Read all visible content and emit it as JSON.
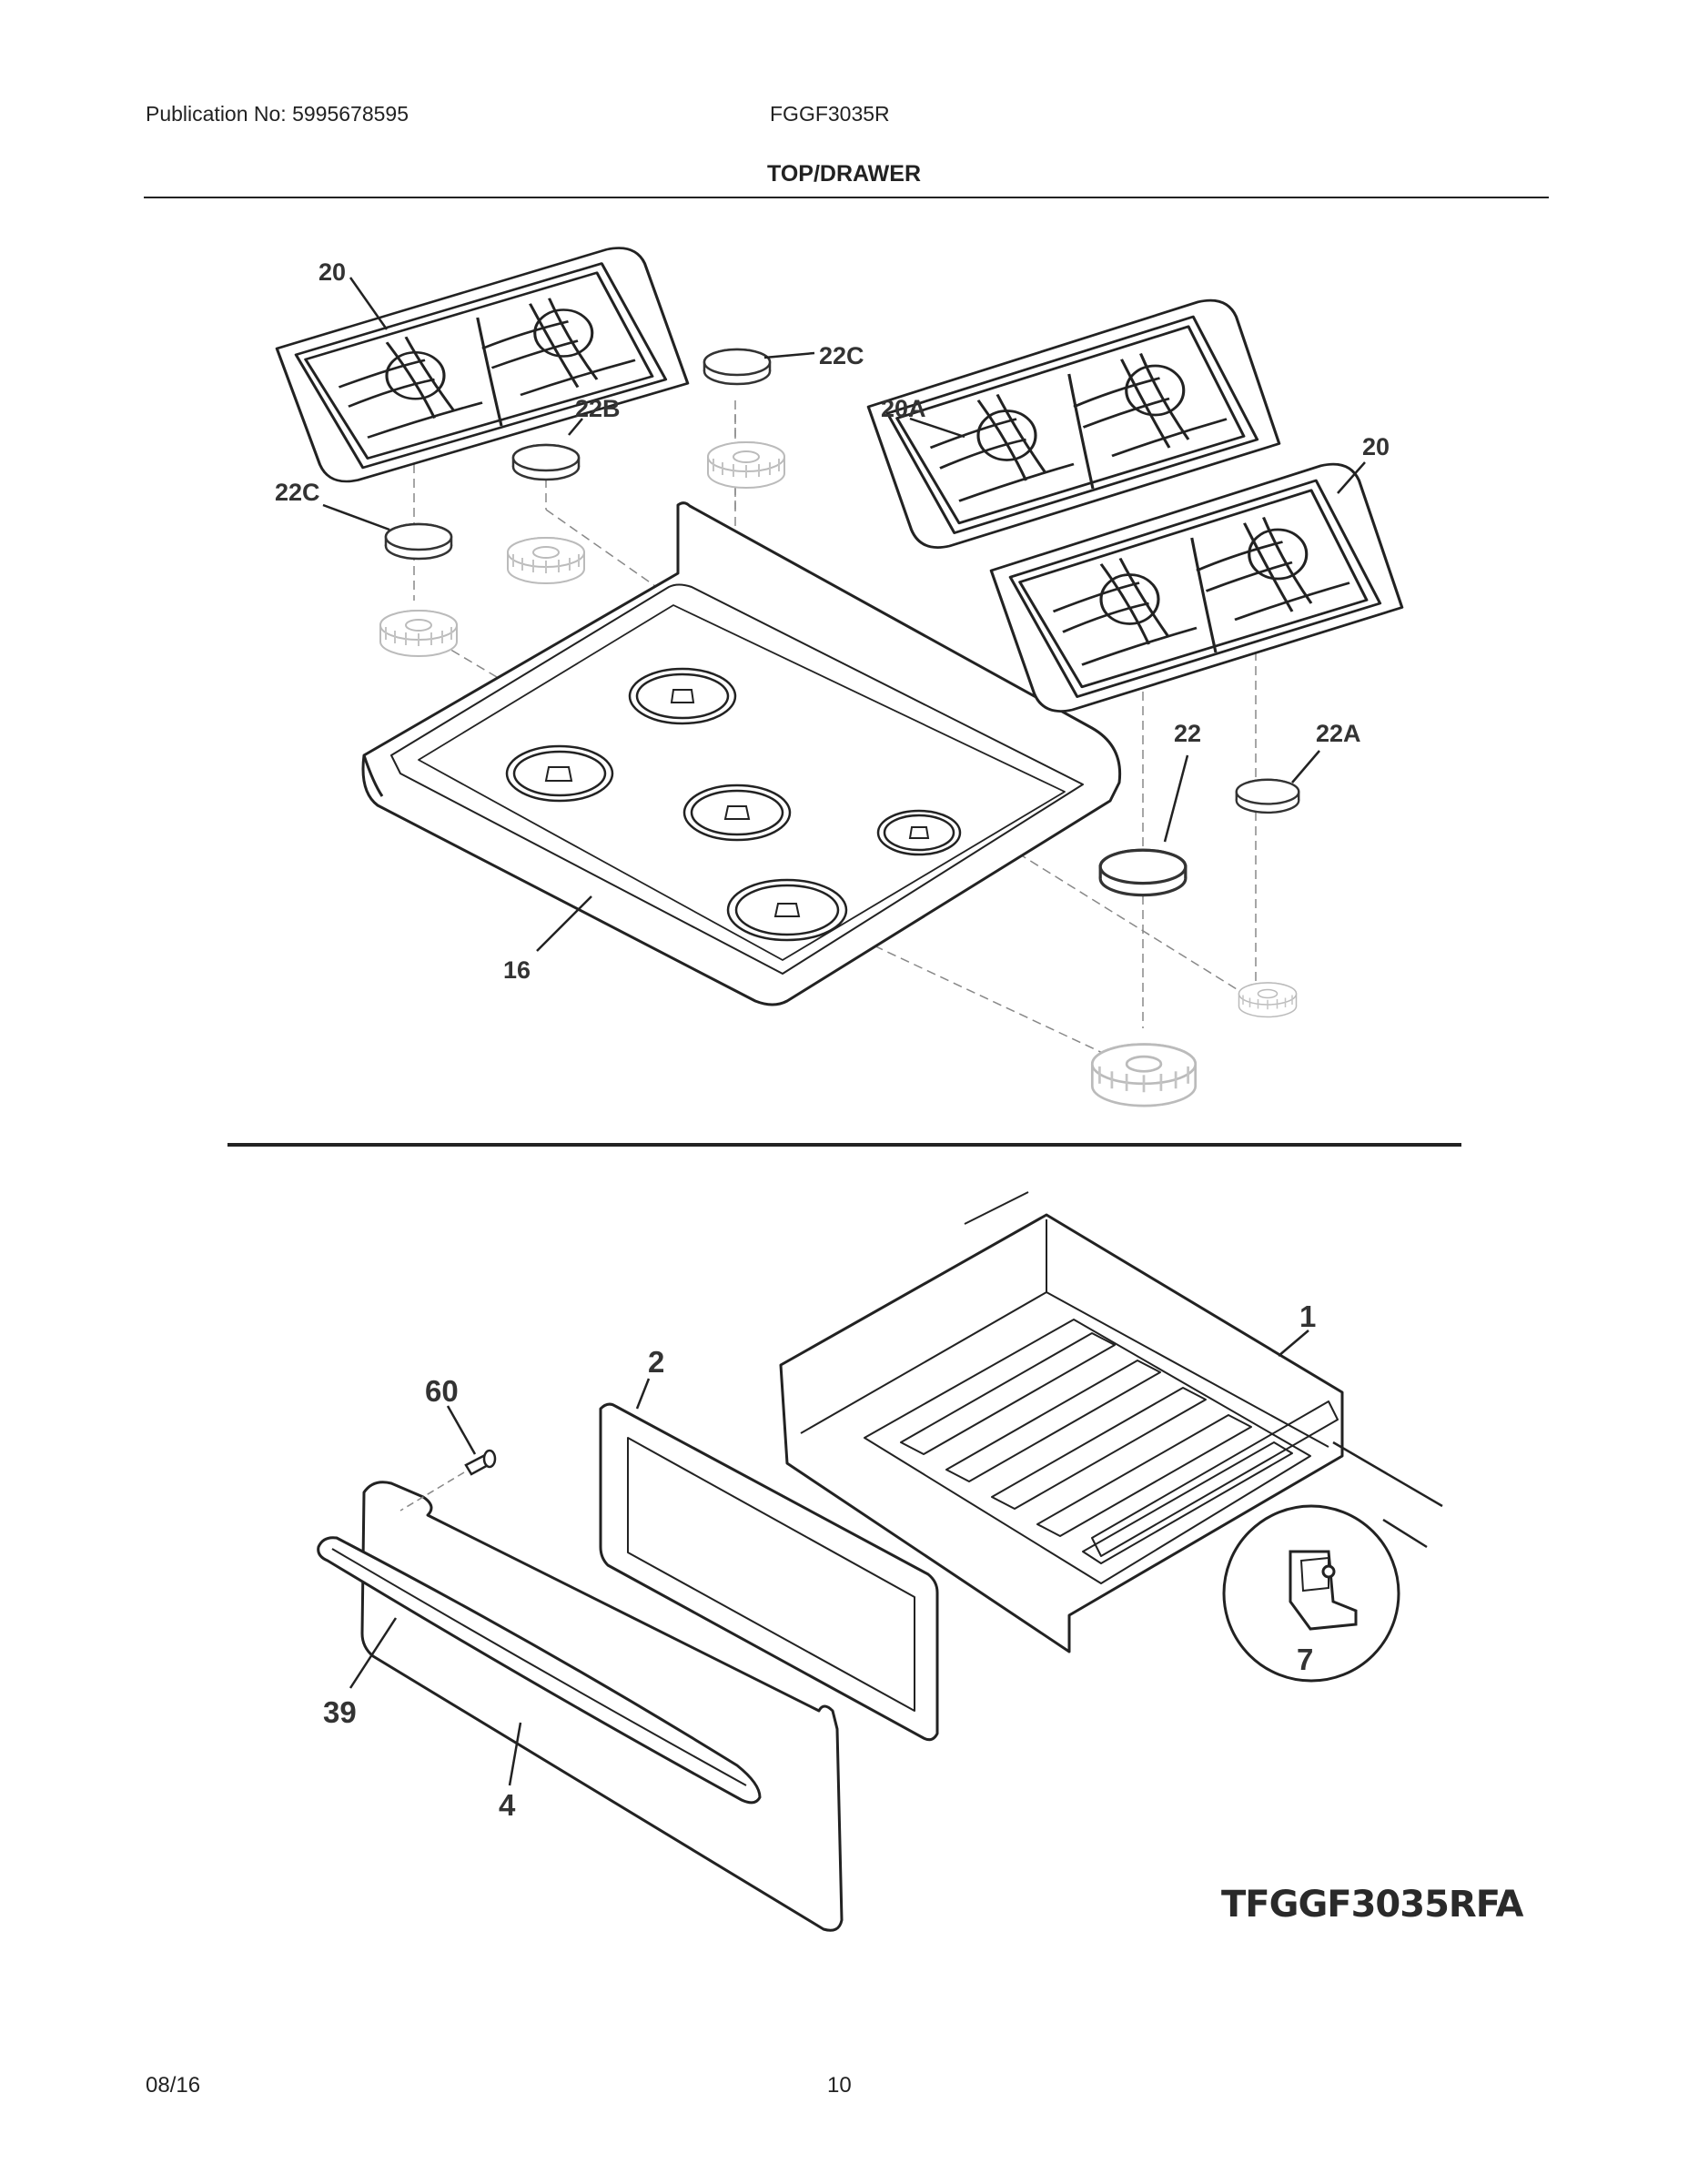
{
  "header": {
    "publication": "Publication No: 5995678595",
    "model": "FGGF3035R",
    "section_title": "TOP/DRAWER"
  },
  "callouts": {
    "grate_left": "20",
    "cap_top_center": "22C",
    "cap_22b": "22B",
    "cap_left": "22C",
    "grate_20a": "20A",
    "grate_right": "20",
    "cap_22": "22",
    "cap_22a": "22A",
    "cooktop": "16",
    "drawer_body": "1",
    "drawer_liner": "2",
    "screw": "60",
    "handle": "39",
    "drawer_front": "4",
    "clip": "7"
  },
  "drawing_code": "TFGGF3035RFA",
  "footer": {
    "date": "08/16",
    "page": "10"
  }
}
